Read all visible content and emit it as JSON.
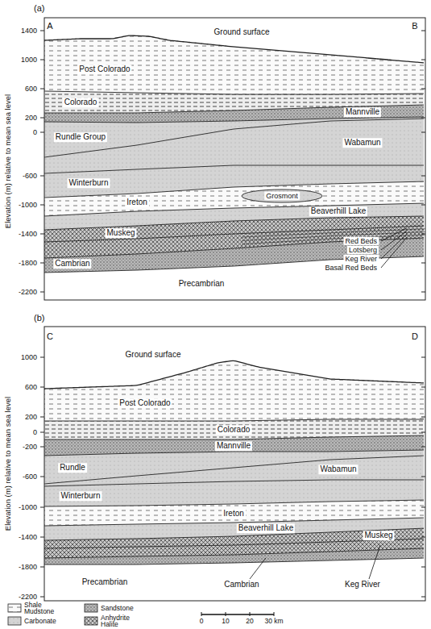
{
  "diagram": {
    "labels": [
      "(a)",
      "A",
      "B",
      "1400",
      "1000",
      "600",
      "200",
      "0",
      "-600",
      "-1000",
      "-1400",
      "-1800",
      "-2200",
      "Elevation (m) relative to mean sea level",
      "Ground surface",
      "Post Colorado",
      "Colorado",
      "Mannville",
      "Rundle Group",
      "Wabamun",
      "Winterburn",
      "Grosmont",
      "Ireton",
      "Beaverhill Lake",
      "Muskeg",
      "Red Beds",
      "Lotsberg",
      "Keg River",
      "Basal Red Beds",
      "Cambrian",
      "Precambrian",
      "(b)",
      "C",
      "D",
      "1000",
      "600",
      "200",
      "0",
      "-200",
      "-600",
      "-1000",
      "-1400",
      "-1800",
      "-2200",
      "Elevation (m) relative to mean sea level",
      "Ground surface",
      "Post Colorado",
      "Colorado",
      "Mannville",
      "Rundle",
      "Wabamun",
      "Winterburn",
      "Ireton",
      "Beaverhill Lake",
      "Muskeg",
      "Precambrian",
      "Cambrian",
      "Keg River",
      "0",
      "10",
      "20",
      "30 km"
    ],
    "legend": [
      {
        "text": "Shale Mudstone"
      },
      {
        "text": "Sandstone"
      },
      {
        "text": "Carbonate"
      },
      {
        "text": "Anhydrite Halite"
      }
    ]
  }
}
